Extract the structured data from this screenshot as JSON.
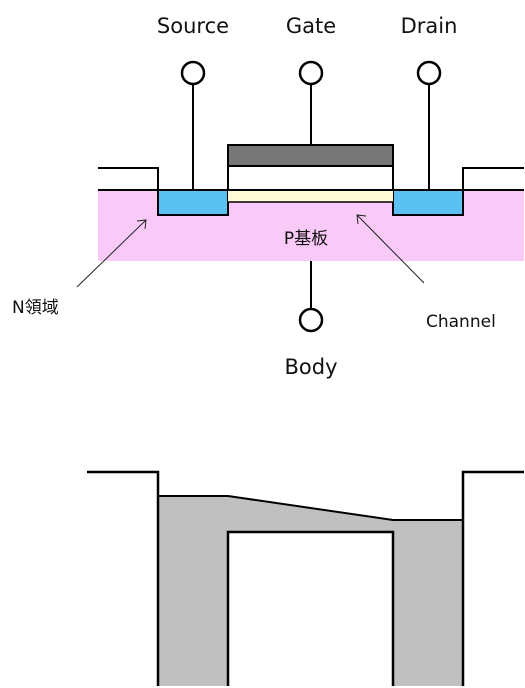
{
  "terminals": {
    "source": "Source",
    "gate": "Gate",
    "drain": "Drain",
    "body": "Body"
  },
  "regions": {
    "substrate": "P基板",
    "n_region": "N領域",
    "channel": "Channel"
  },
  "colors": {
    "substrate": "#f9c9f7",
    "n_region": "#5bc1f3",
    "channel": "#fffbd6",
    "gate_top": "#777777",
    "potential_fill": "#c0c0c0",
    "line": "#000000"
  }
}
